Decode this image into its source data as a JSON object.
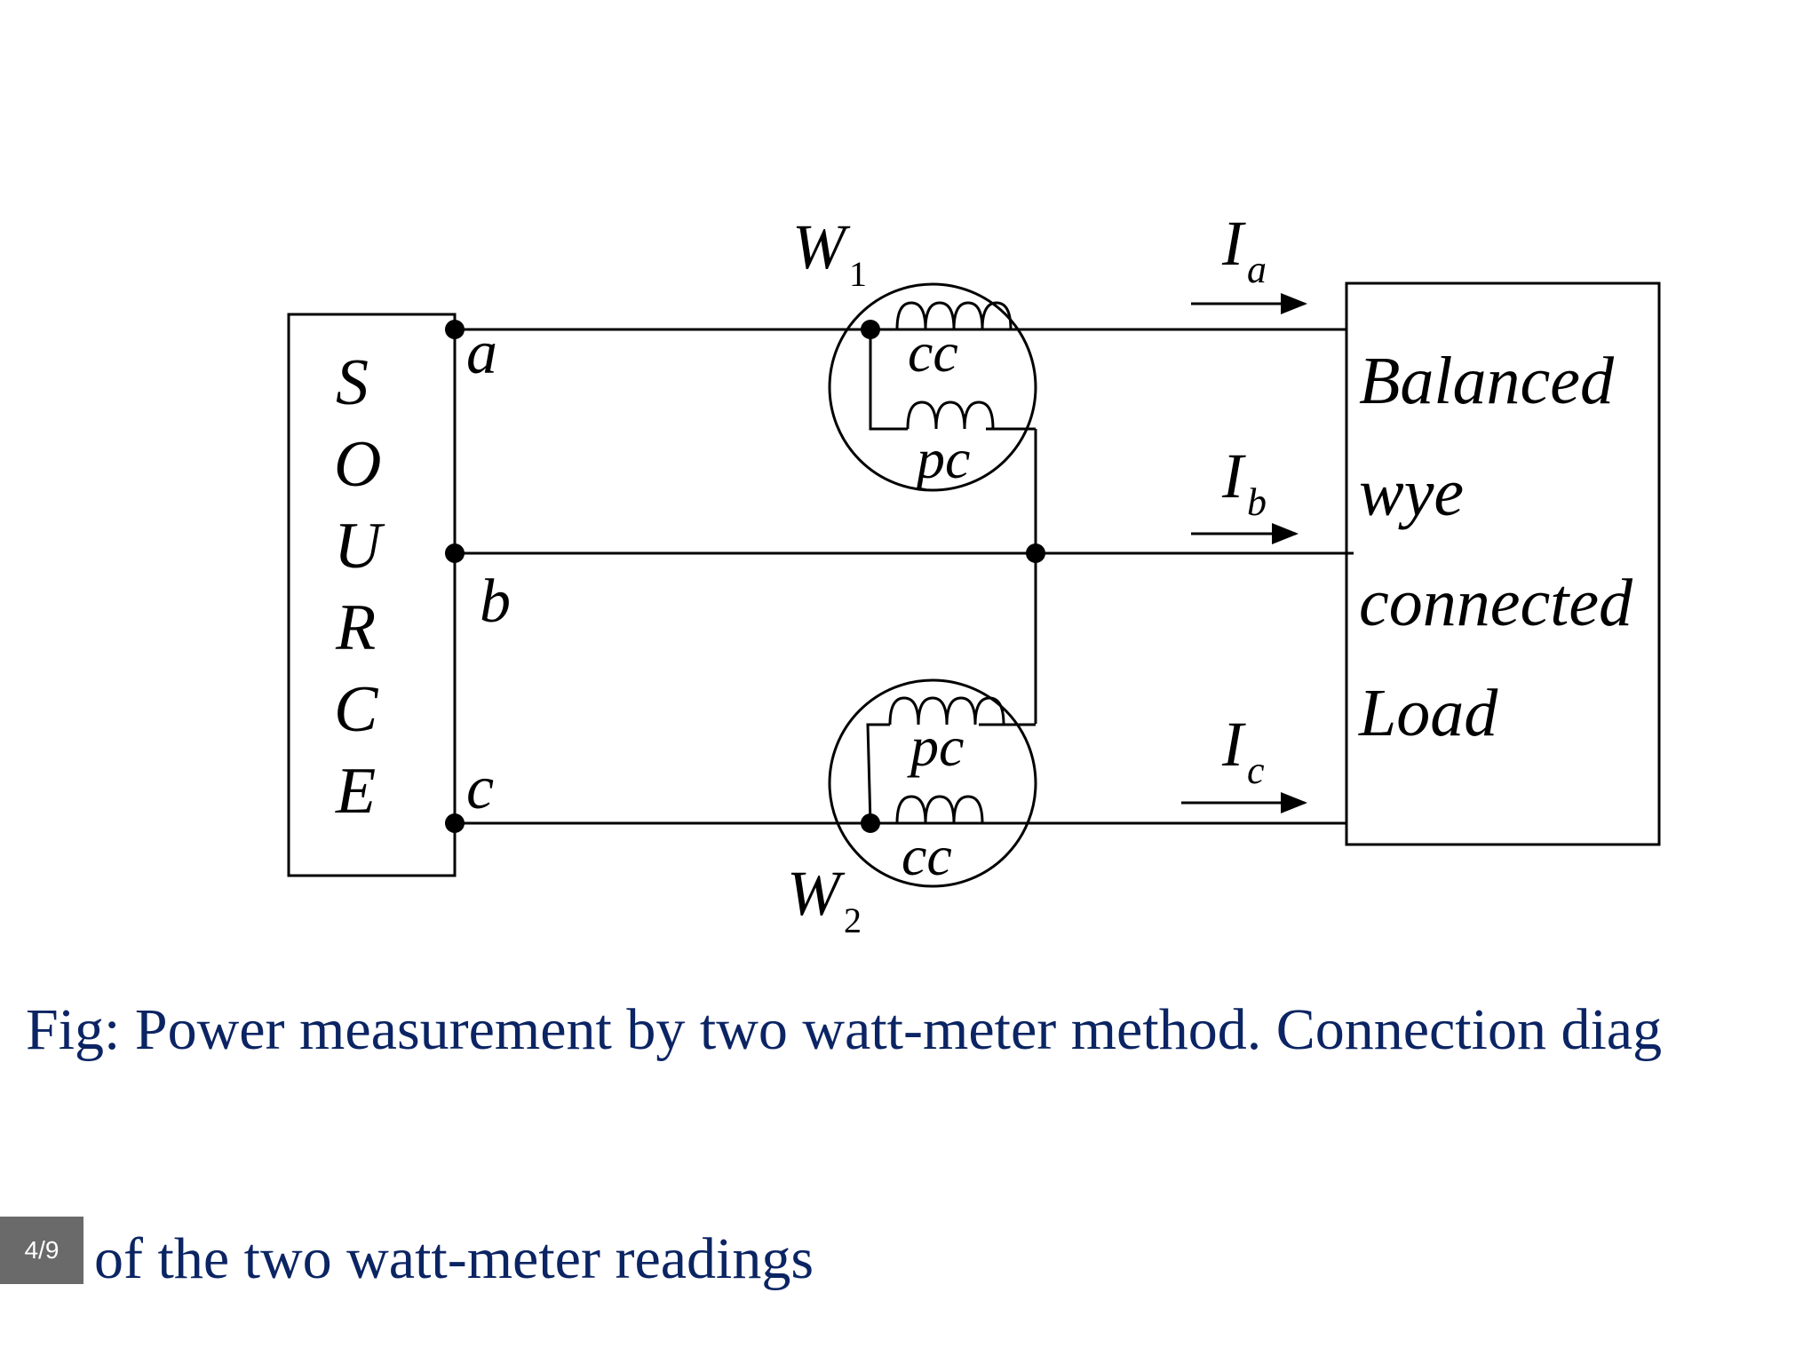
{
  "diagram": {
    "source_letters": [
      "S",
      "O",
      "U",
      "R",
      "C",
      "E"
    ],
    "lines": [
      "a",
      "b",
      "c"
    ],
    "wattmeters": [
      {
        "name": "W",
        "sub": "1"
      },
      {
        "name": "W",
        "sub": "2"
      }
    ],
    "coil_cc": "cc",
    "coil_pc": "pc",
    "currents": [
      {
        "name": "I",
        "sub": "a"
      },
      {
        "name": "I",
        "sub": "b"
      },
      {
        "name": "I",
        "sub": "c"
      }
    ],
    "load_lines": [
      "Balanced",
      "wye",
      "connected",
      "Load"
    ]
  },
  "caption": "Fig: Power measurement by two watt-meter method. Connection diag",
  "body_text": "of the two watt-meter readings",
  "page_indicator": "4/9",
  "colors": {
    "caption": "#0b2463",
    "lines": "#000000"
  }
}
